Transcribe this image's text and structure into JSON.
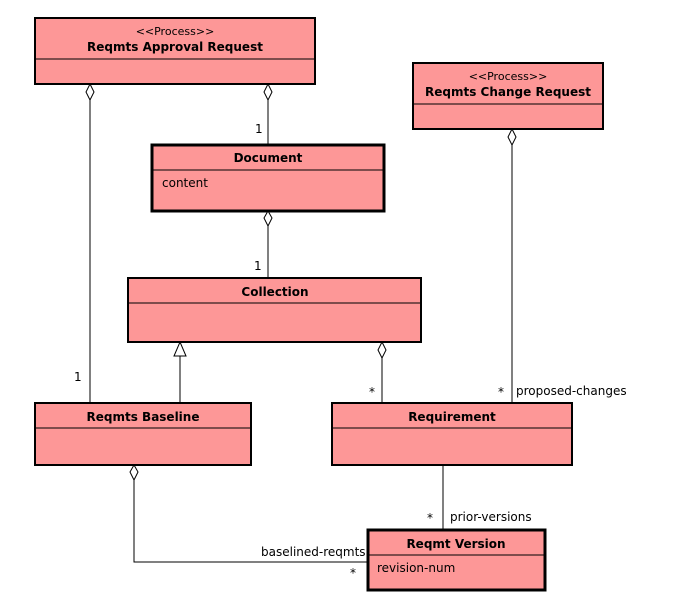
{
  "classes": {
    "approval": {
      "stereotype": "<<Process>>",
      "name": "Reqmts Approval Request"
    },
    "change": {
      "stereotype": "<<Process>>",
      "name": "Reqmts Change Request"
    },
    "document": {
      "name": "Document",
      "attribute": "content"
    },
    "collection": {
      "name": "Collection"
    },
    "baseline": {
      "name": "Reqmts Baseline"
    },
    "requirement": {
      "name": "Requirement"
    },
    "version": {
      "name": "Reqmt Version",
      "attribute": "revision-num"
    }
  },
  "associations": {
    "approval_document": {
      "multiplicity": "1"
    },
    "approval_baseline": {
      "multiplicity": "1"
    },
    "document_collection": {
      "multiplicity": "1"
    },
    "collection_requirement": {
      "multiplicity": "*"
    },
    "change_requirement": {
      "multiplicity": "*",
      "role": "proposed-changes"
    },
    "requirement_version": {
      "multiplicity": "*",
      "role": "prior-versions"
    },
    "baseline_version": {
      "multiplicity": "*",
      "role": "baselined-reqmts"
    }
  }
}
